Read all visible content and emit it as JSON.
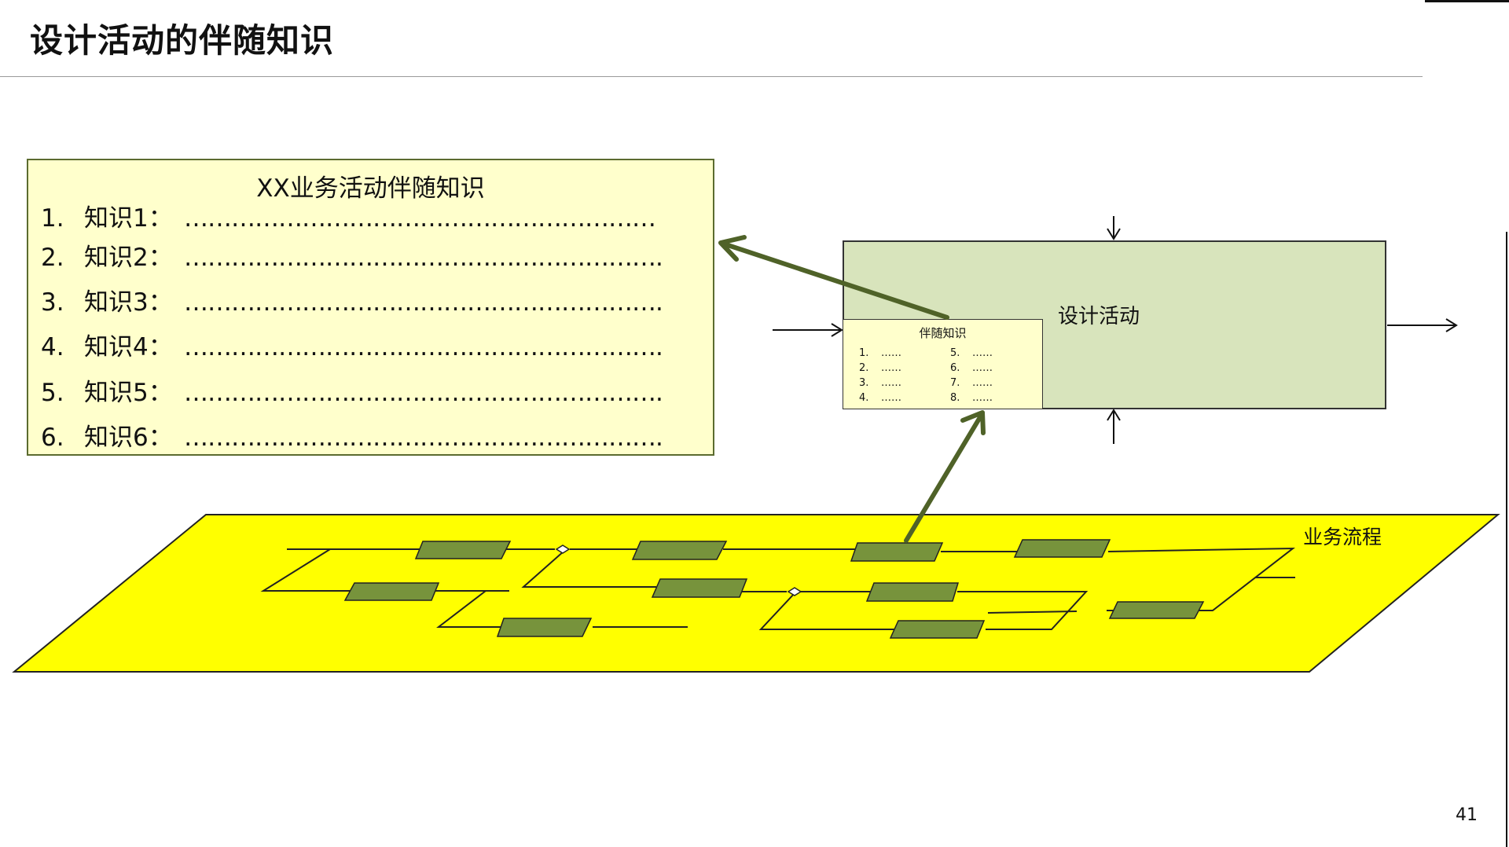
{
  "page": {
    "title": "设计活动的伴随知识",
    "page_number": "41"
  },
  "knowledge_box": {
    "title": "XX业务活动伴随知识",
    "items": [
      {
        "num": "1.",
        "label": "知识1：",
        "dots": "……………………………………………………"
      },
      {
        "num": "2.",
        "label": "知识2：",
        "dots": "……………………………………………………."
      },
      {
        "num": "3.",
        "label": "知识3：",
        "dots": "……………………………………………………."
      },
      {
        "num": "4.",
        "label": "知识4：",
        "dots": "……………………………………………………."
      },
      {
        "num": "5.",
        "label": "知识5：",
        "dots": "……………………………………………………."
      },
      {
        "num": "6.",
        "label": "知识6：",
        "dots": "……………………………………………………."
      }
    ]
  },
  "activity": {
    "label": "设计活动",
    "mini": {
      "title": "伴随知识",
      "items": [
        {
          "num": "1.",
          "dots": "……"
        },
        {
          "num": "2.",
          "dots": "……"
        },
        {
          "num": "3.",
          "dots": "……"
        },
        {
          "num": "4.",
          "dots": "……"
        },
        {
          "num": "5.",
          "dots": "……"
        },
        {
          "num": "6.",
          "dots": "……"
        },
        {
          "num": "7.",
          "dots": "……"
        },
        {
          "num": "8.",
          "dots": "……"
        }
      ]
    }
  },
  "process": {
    "label": "业务流程"
  },
  "colors": {
    "box_fill": "#ffffcc",
    "activity_fill": "#d8e4bc",
    "arrow_green": "#4f6228",
    "plane_yellow": "#ffff00",
    "process_node": "#77933c"
  }
}
